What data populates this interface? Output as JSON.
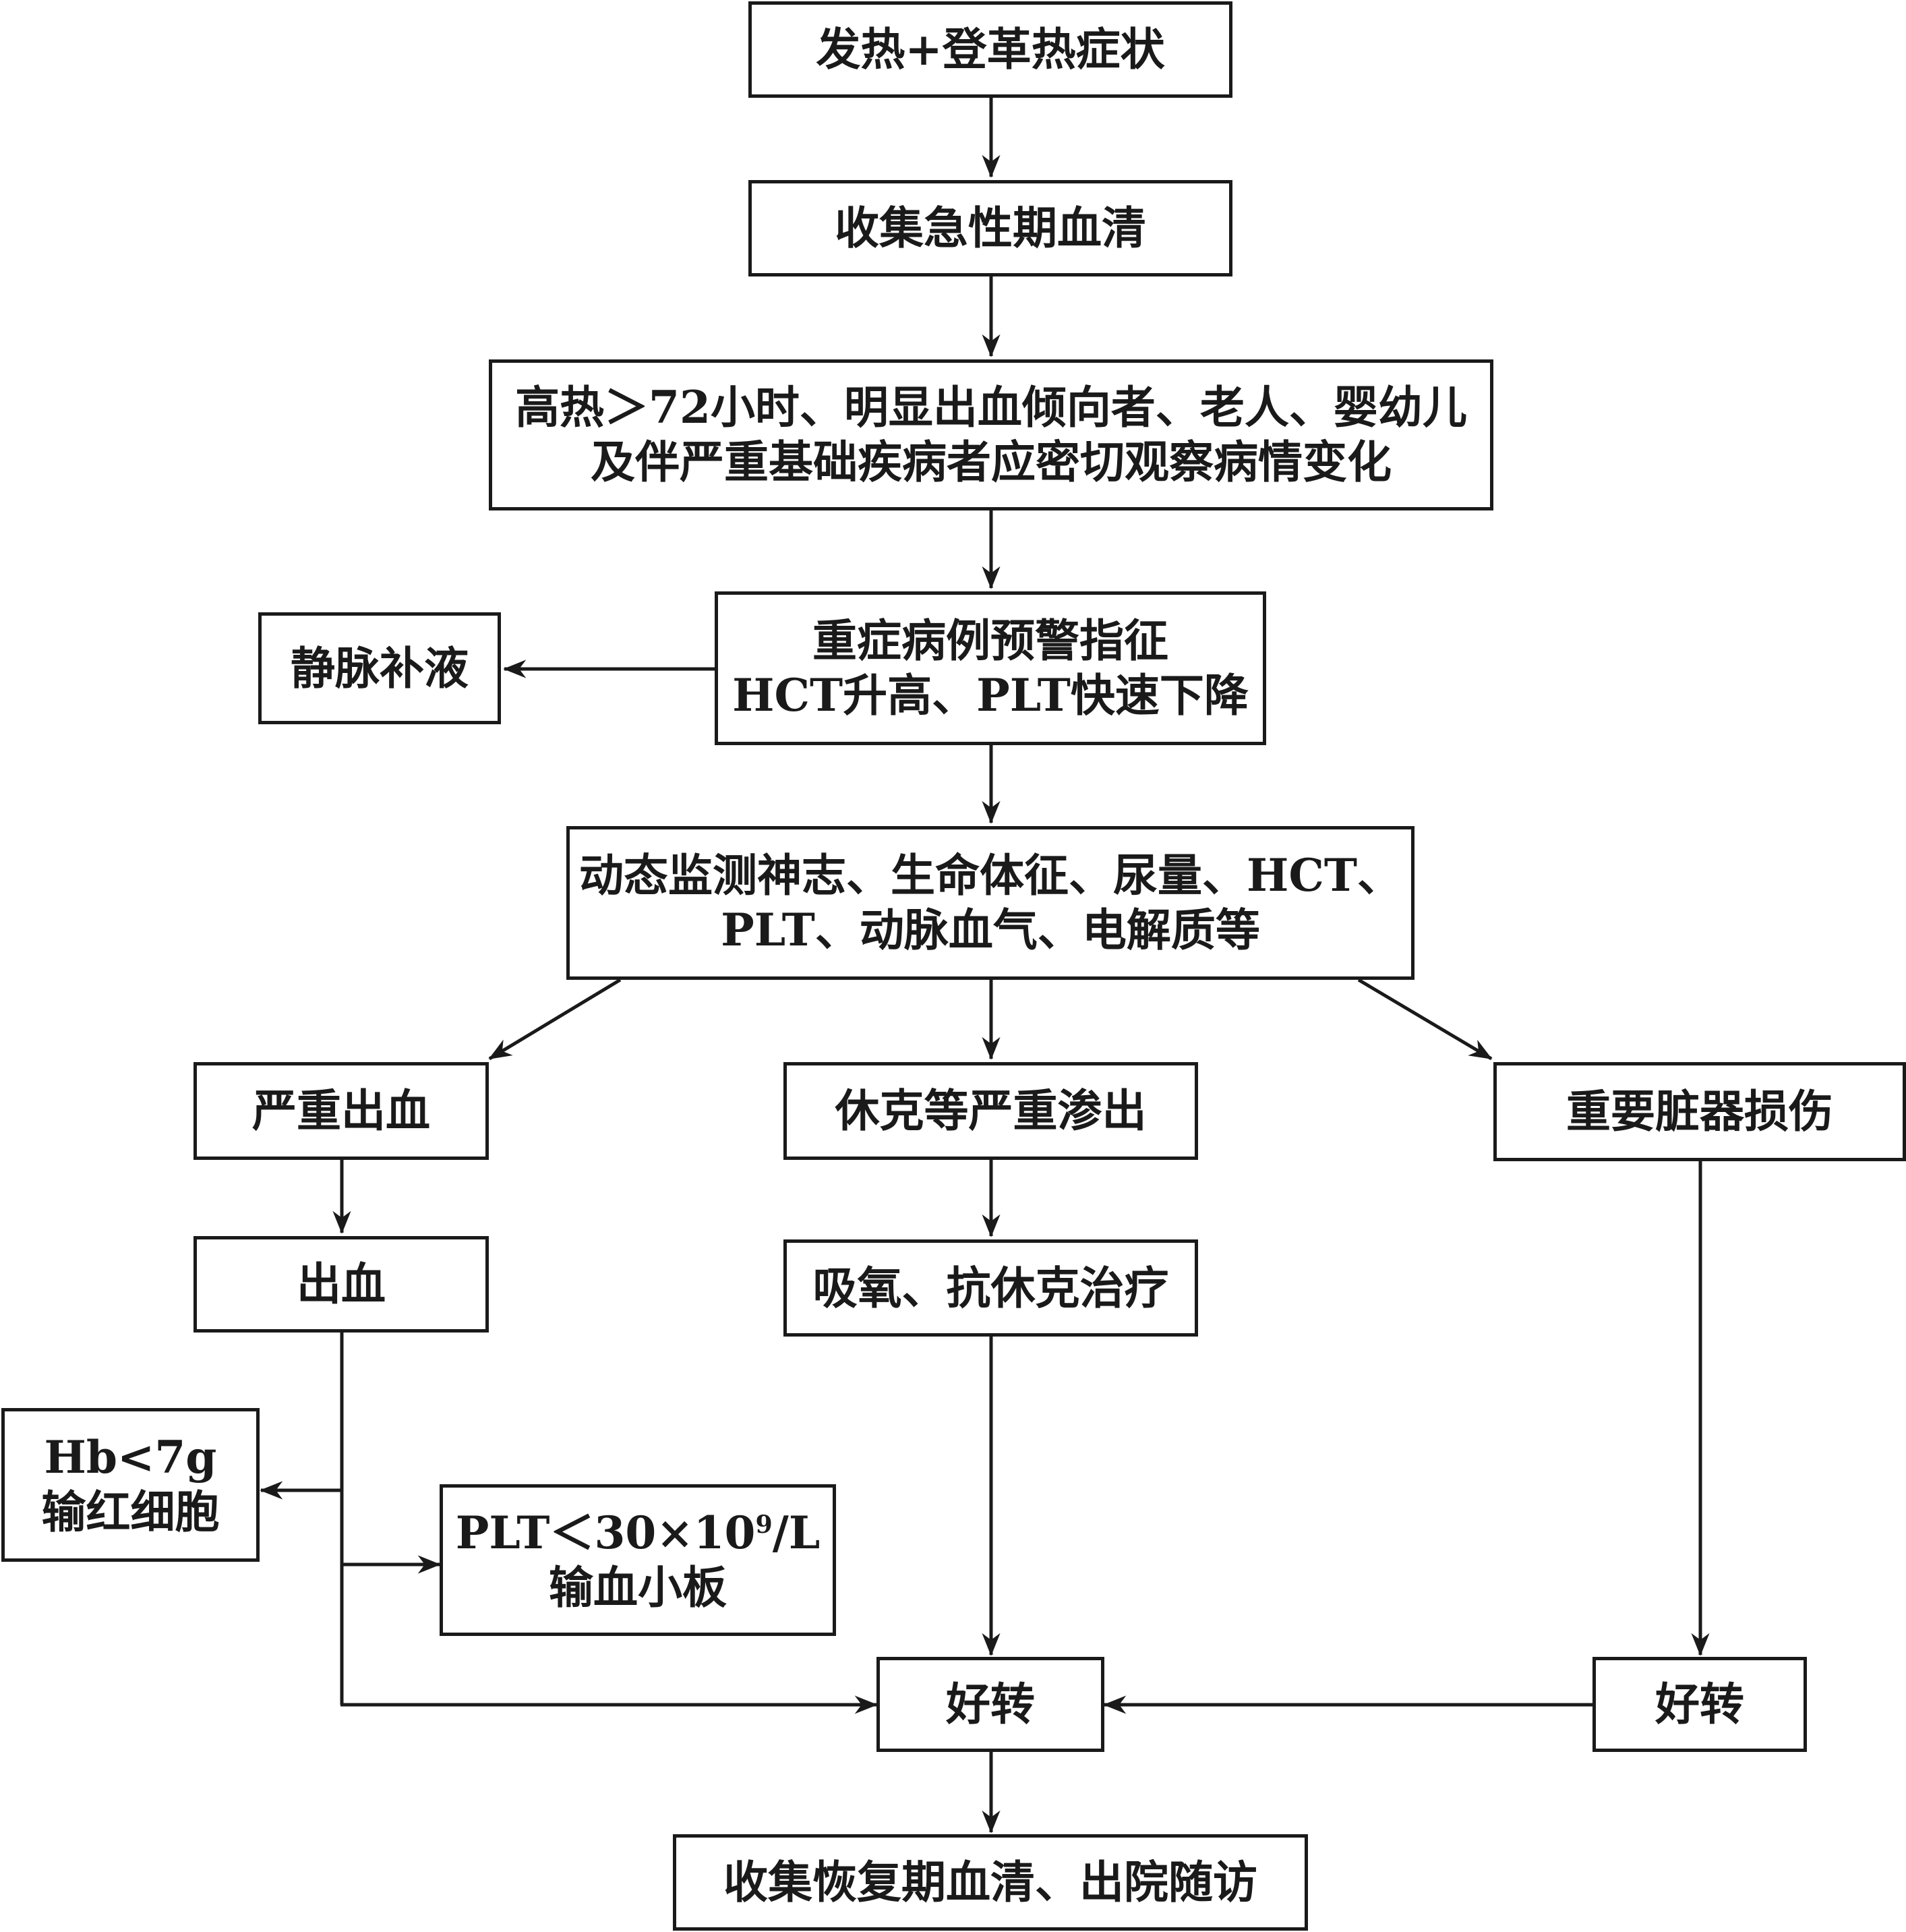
{
  "nodes": {
    "fever": {
      "line1": "发热+登革热症状"
    },
    "acute_serum": {
      "line1": "收集急性期血清"
    },
    "observe": {
      "line1": "高热＞72小时、明显出血倾向者、老人、婴幼儿",
      "line2": "及伴严重基础疾病者应密切观察病情变化"
    },
    "warning": {
      "line1": "重症病例预警指征",
      "line2": "HCT升高、PLT快速下降"
    },
    "iv_fluids": {
      "line1": "静脉补液"
    },
    "monitor": {
      "line1": "动态监测神志、生命体征、尿量、HCT、",
      "line2": "PLT、动脉血气、电解质等"
    },
    "severe_bleeding": {
      "line1": "严重出血"
    },
    "shock": {
      "line1": "休克等严重渗出"
    },
    "organ_damage": {
      "line1": "重要脏器损伤"
    },
    "bleeding": {
      "line1": "出血"
    },
    "oxygen": {
      "line1": "吸氧、抗休克治疗"
    },
    "hb": {
      "line1": "Hb<7g",
      "line2": "输红细胞"
    },
    "plt": {
      "line1_prefix": "PLT＜30×10",
      "line1_sup": "9",
      "line1_suffix": "/L",
      "line2": "输血小板"
    },
    "improve_center": {
      "line1": "好转"
    },
    "improve_right": {
      "line1": "好转"
    },
    "recovery": {
      "line1": "收集恢复期血清、出院随访"
    }
  }
}
